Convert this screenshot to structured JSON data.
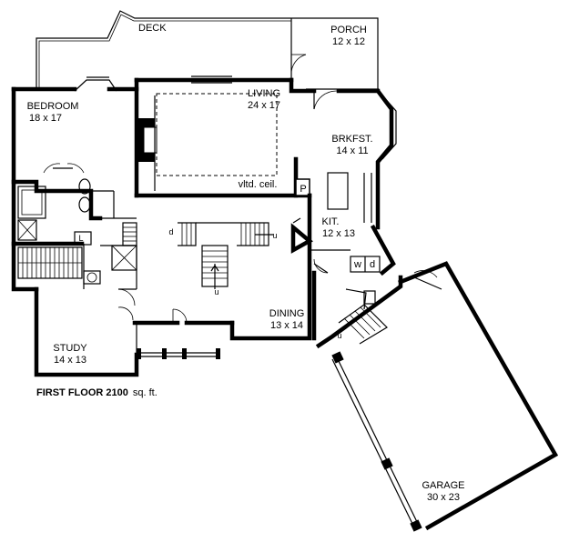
{
  "rooms": {
    "deck": {
      "name": "DECK"
    },
    "porch": {
      "name": "PORCH",
      "size": "12 x 12"
    },
    "bedroom": {
      "name": "BEDROOM",
      "size": "18 x 17"
    },
    "living": {
      "name": "LIVING",
      "size": "24 x 17"
    },
    "brkfst": {
      "name": "BRKFST.",
      "size": "14 x 11"
    },
    "kit": {
      "name": "KIT.",
      "size": "12 x 13"
    },
    "dining": {
      "name": "DINING",
      "size": "13 x 14"
    },
    "study": {
      "name": "STUDY",
      "size": "14 x 13"
    },
    "garage": {
      "name": "GARAGE",
      "size": "30 x 23"
    }
  },
  "annotations": {
    "vaulted": "vltd. ceil.",
    "pantry": "P",
    "washer": "w",
    "dryer": "d",
    "stair_up_1": "u",
    "stair_up_2": "u",
    "stair_up_3": "u",
    "stair_dn": "d",
    "linen": "L"
  },
  "caption": {
    "label": "FIRST FLOOR  2100",
    "unit": "sq. ft."
  }
}
